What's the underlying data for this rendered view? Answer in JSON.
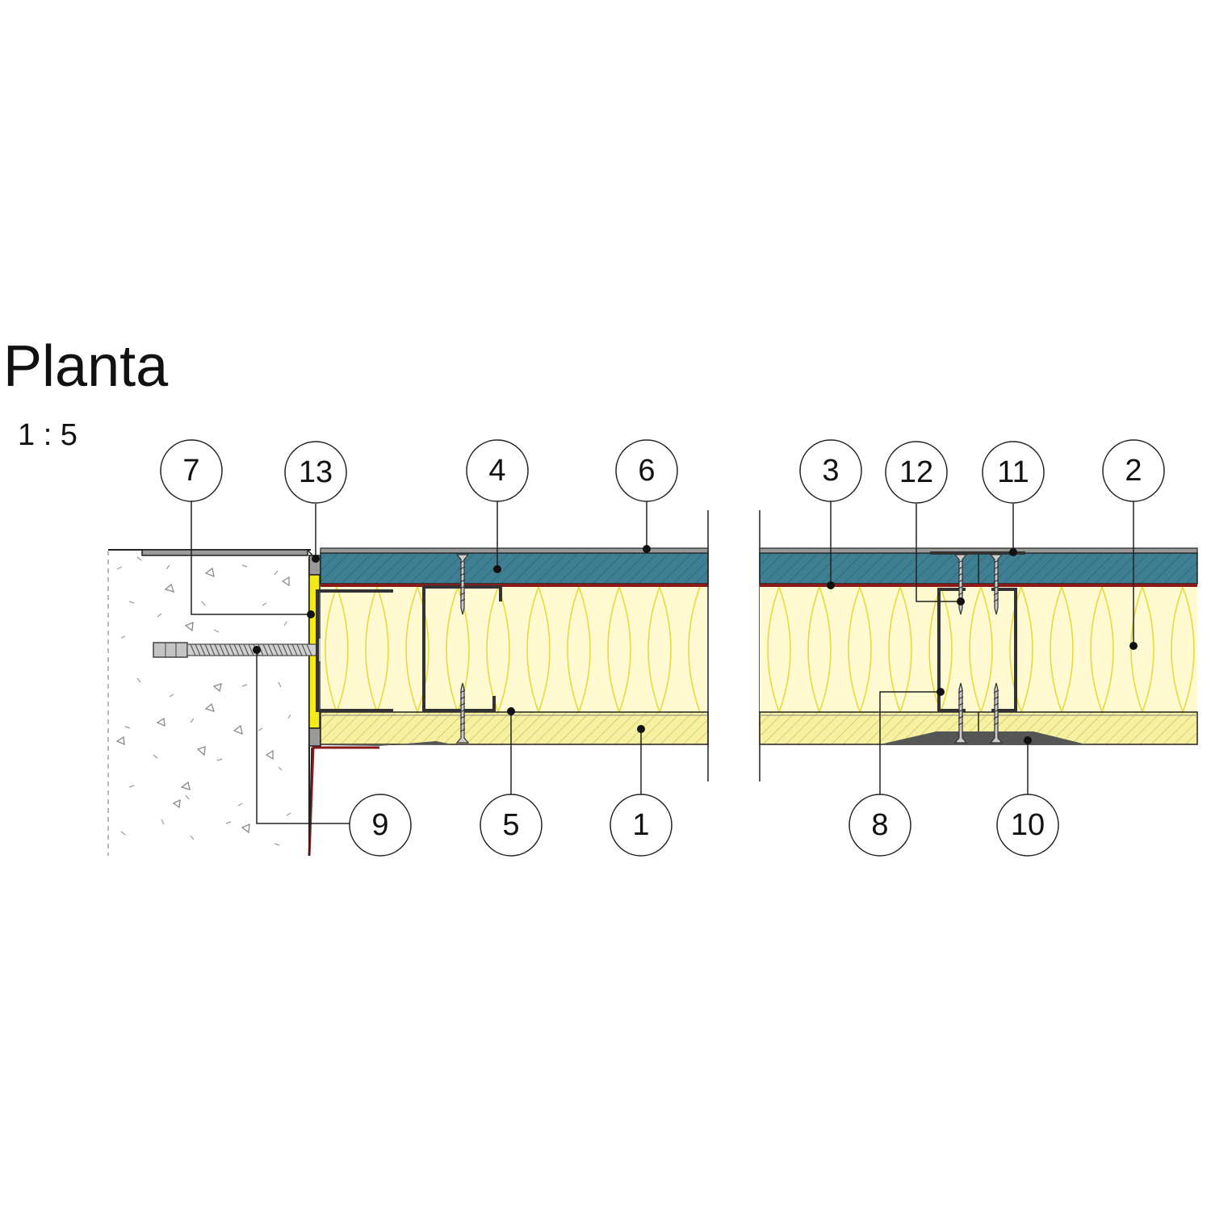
{
  "title": "Planta",
  "scale": "1 : 5",
  "colors": {
    "board_blue": "#3e7f93",
    "insulation": "#fffad2",
    "board_yellow": "#f6f0a2",
    "concrete": "#ffffff",
    "steel": "#4b4b4b",
    "membrane": "#8b1a1a"
  },
  "callouts": [
    {
      "id": "c7",
      "label": "7"
    },
    {
      "id": "c13",
      "label": "13"
    },
    {
      "id": "c4",
      "label": "4"
    },
    {
      "id": "c6",
      "label": "6"
    },
    {
      "id": "c3",
      "label": "3"
    },
    {
      "id": "c12",
      "label": "12"
    },
    {
      "id": "c11",
      "label": "11"
    },
    {
      "id": "c2",
      "label": "2"
    },
    {
      "id": "c9",
      "label": "9"
    },
    {
      "id": "c5",
      "label": "5"
    },
    {
      "id": "c1",
      "label": "1"
    },
    {
      "id": "c8",
      "label": "8"
    },
    {
      "id": "c10",
      "label": "10"
    }
  ]
}
